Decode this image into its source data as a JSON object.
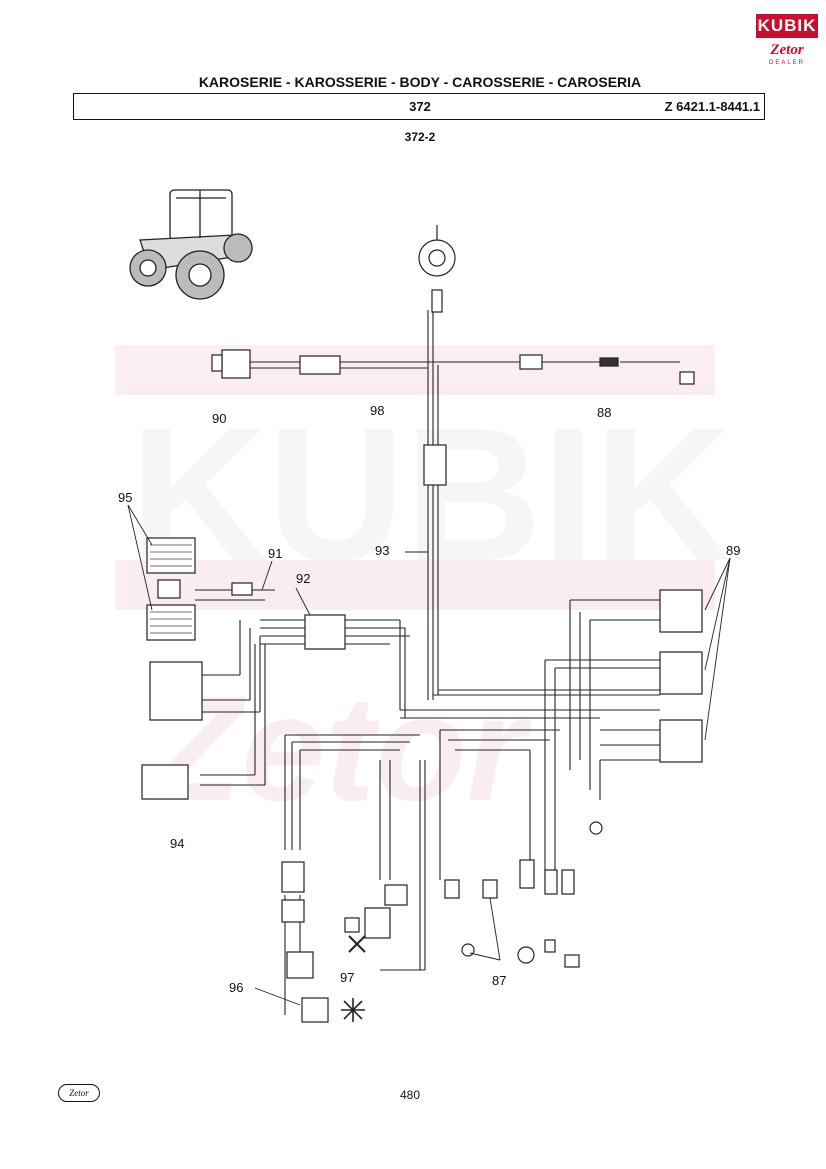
{
  "header": {
    "section_heading": "KAROSERIE - KAROSSERIE - BODY - CAROSSERIE - CAROSERIA",
    "group_number": "372",
    "model_range": "Z 6421.1-8441.1",
    "figure_number": "372-2"
  },
  "brand": {
    "logo_text": "KUBIK",
    "logo_sub": "Zetor",
    "logo_dealer": "DEALER",
    "accent_color": "#c8102e"
  },
  "callouts": {
    "c87": "87",
    "c88": "88",
    "c89": "89",
    "c90": "90",
    "c91": "91",
    "c92": "92",
    "c93": "93",
    "c94": "94",
    "c95": "95",
    "c96": "96",
    "c97": "97",
    "c98": "98"
  },
  "footer": {
    "page_number": "480",
    "footer_logo": "Zetor"
  }
}
